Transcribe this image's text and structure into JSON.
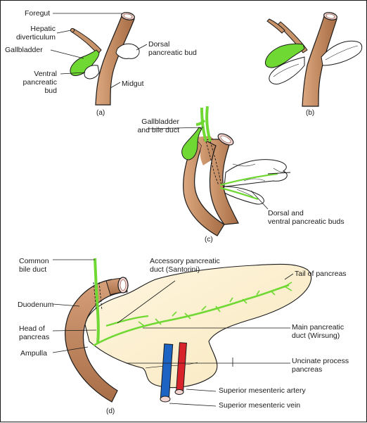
{
  "panels": {
    "a": {
      "caption": "(a)",
      "labels": {
        "foregut": "Foregut",
        "hepatic_diverticulum": "Hepatic\ndiverticulum",
        "gallbladder": "Gallbladder",
        "ventral_bud": "Ventral\npancreatic\nbud",
        "dorsal_bud": "Dorsal\npancreatic bud",
        "midgut": "Midgut"
      }
    },
    "b": {
      "caption": "(b)"
    },
    "c": {
      "caption": "(c)",
      "labels": {
        "gallbladder_bile_duct": "Gallbladder\nand bile duct",
        "pancreatic_buds": "Dorsal and\nventral pancreatic buds"
      }
    },
    "d": {
      "caption": "(d)",
      "labels": {
        "common_bile_duct": "Common\nbile duct",
        "accessory_duct": "Accessory pancreatic\nduct (Santorini)",
        "tail": "Tail of pancreas",
        "duodenum": "Duodenum",
        "head": "Head of\npancreas",
        "ampulla": "Ampulla",
        "main_duct": "Main pancreatic\nduct (Wirsung)",
        "uncinate": "Uncinate process\npancreas",
        "sma": "Superior mesenteric artery",
        "smv": "Superior mesenteric vein"
      }
    }
  },
  "colors": {
    "gut": "#c9936a",
    "gut_light": "#e9c3a2",
    "gallbladder": "#6fd832",
    "pancreas": "#fdf0cf",
    "artery": "#d8232a",
    "vein": "#1c63c4",
    "outline": "#1a1a1a"
  }
}
